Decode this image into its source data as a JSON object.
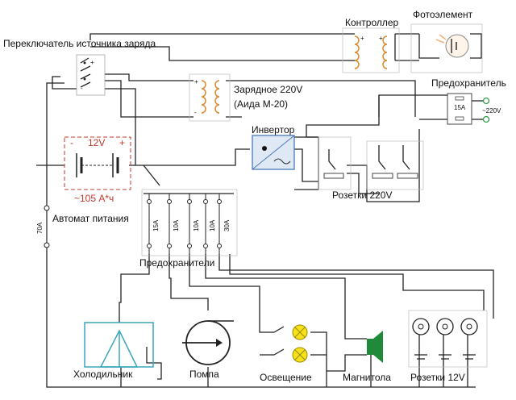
{
  "labels": {
    "switch": "Переключатель источника заряда",
    "controller": "Контроллер",
    "photocell": "Фотоэлемент",
    "charger_line1": "Зарядное 220V",
    "charger_line2": "(Аида М-20)",
    "fuse_main": "Предохранитель",
    "fuse_main_rating": "15А",
    "mains_voltage": "~220V",
    "inverter": "Инвертор",
    "battery_voltage": "12V",
    "battery_capacity": "~105 А*ч",
    "battery_plus": "+",
    "battery_minus": "-",
    "sockets_220": "Розетки 220V",
    "breaker": "Автомат питания",
    "breaker_rating": "70A",
    "fuses": "Предохранители",
    "fuse_ratings": [
      "15A",
      "10A",
      "10A",
      "10A",
      "30A"
    ],
    "fridge": "Холодильник",
    "pump": "Помпа",
    "lighting": "Освещение",
    "radio": "Магнитола",
    "sockets_12": "Розетки 12V"
  },
  "colors": {
    "wire": "#222222",
    "coil": "#d98a2b",
    "battery": "#c0392b",
    "fridge": "#38a6bd",
    "lamp": "#f7e11b",
    "speaker": "#1e8a3a",
    "inverter_fill": "#dfe8f5",
    "inverter_stroke": "#4a78b8",
    "photocell_glow": "#f3b27a",
    "mains_terminal": "#2e9e4a"
  }
}
